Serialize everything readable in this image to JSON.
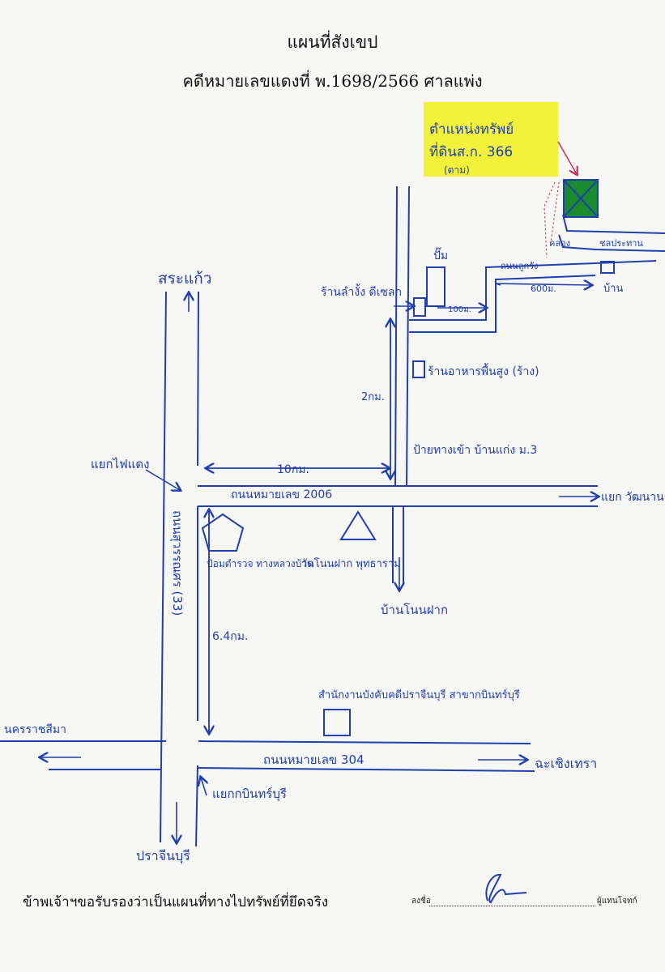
{
  "header": {
    "title": "แผนที่สังเขป",
    "case": "คดีหมายเลขแดงที่ พ.1698/2566 ศาลแพ่ง"
  },
  "map": {
    "property_note": {
      "line1": "ตำแหน่งทรัพย์",
      "line2": "ที่ดินส.ก. 366",
      "line3": "(ตาม)"
    },
    "labels": {
      "north": "สระแก้ว",
      "pump": "ปั๊ม",
      "shop": "ร้านลำงั้ง ดีเซลก",
      "canal": "คลอง",
      "irrigation": "ชลประทาน",
      "lane": "ถนนลูกรัง",
      "house": "บ้าน",
      "resort": "ร้านอาหารพื้นสูง (ร้าง)",
      "bus_stop": "ป้ายทางเข้า บ้านแก่ง ม.3",
      "junction_red": "แยกไฟแดง",
      "road_2006": "ถนนหมายเลข 2006",
      "junction_east": "แยก วัฒนานคร",
      "police": "ป้อมตำรวจ ทางหลวงบ้าน",
      "temple": "วัดโนนฝาก พุทธาราม",
      "village": "บ้านโนนฝาก",
      "highway_33": "ถนนสุวรรณศร (33)",
      "office": "สำนักงานบังคับคดีปราจีนบุรี สาขากบินทร์บุรี",
      "west": "นครราชสีมา",
      "road_304": "ถนนหมายเลข 304",
      "east": "ฉะเชิงเทรา",
      "junction_kabin": "แยกกบินทร์บุรี",
      "south": "ปราจีนบุรี"
    },
    "distances": {
      "d100": "100ม.",
      "d600": "600ม.",
      "d2km": "2กม.",
      "d10km": "10กม.",
      "d64km": "6.4กม."
    },
    "colors": {
      "ink": "#1f3fb0",
      "highlight": "#f2f23a",
      "marker": "#1c8a2e",
      "arrow_red": "#c8324f"
    }
  },
  "footer": {
    "statement": "ข้าพเจ้าฯขอรับรองว่าเป็นแผนที่ทางไปทรัพย์ที่ยึดจริง",
    "sign_label": "ลงชื่อ",
    "sign_role": "ผู้แทนโจทก์"
  }
}
